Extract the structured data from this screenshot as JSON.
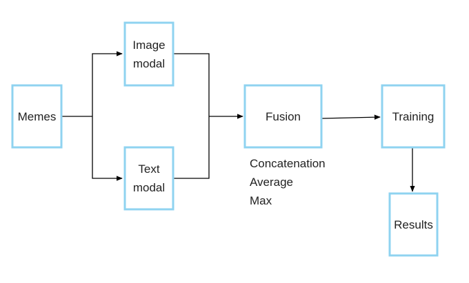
{
  "colors": {
    "box_border": "#8fd3f0",
    "text": "#222222",
    "edge": "#000000"
  },
  "nodes": {
    "memes": {
      "lines": [
        "Memes"
      ]
    },
    "image_modal": {
      "lines": [
        "Image",
        "modal"
      ]
    },
    "text_modal": {
      "lines": [
        "Text",
        "modal"
      ]
    },
    "fusion": {
      "lines": [
        "Fusion"
      ]
    },
    "training": {
      "lines": [
        "Training"
      ]
    },
    "results": {
      "lines": [
        "Results"
      ]
    }
  },
  "fusion_methods": [
    "Concatenation",
    "Average",
    "Max"
  ]
}
